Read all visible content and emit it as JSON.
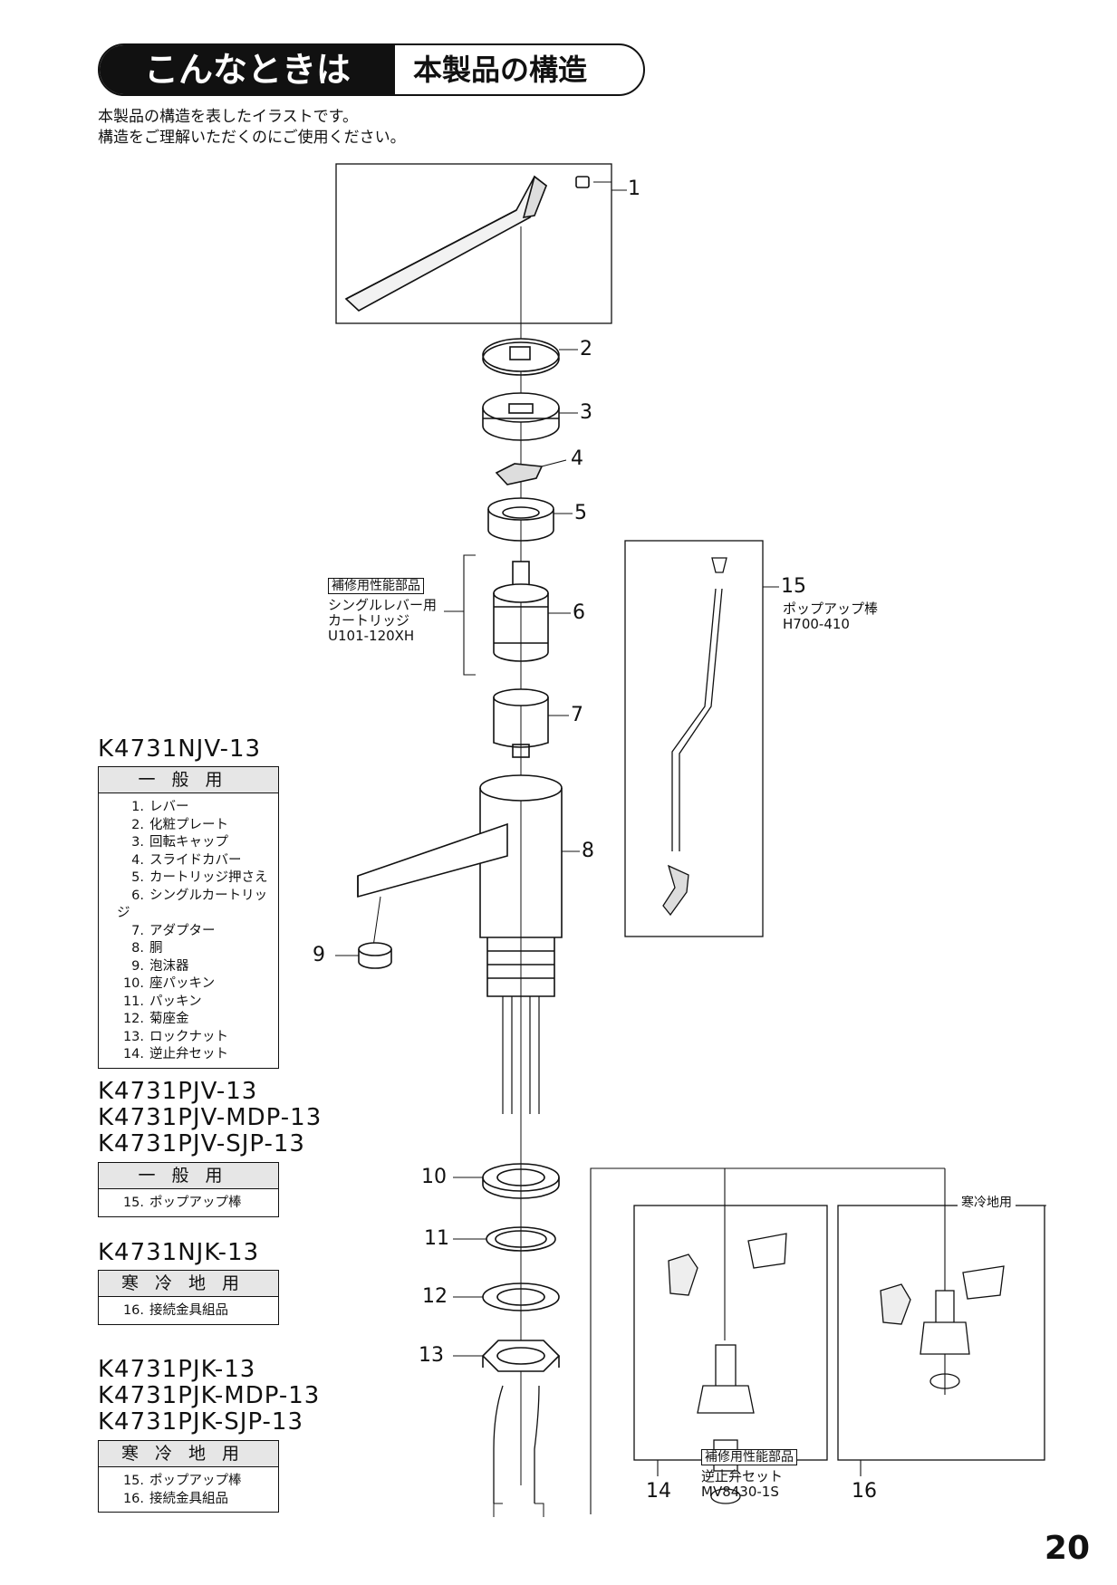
{
  "header": {
    "section": "こんなときは",
    "title": "本製品の構造"
  },
  "intro": {
    "line1": "本製品の構造を表したイラストです。",
    "line2": "構造をご理解いただくのにご使用ください。"
  },
  "tables": [
    {
      "models": [
        "K4731NJV-13"
      ],
      "heading": "一般用",
      "items": [
        {
          "no": "1.",
          "name": "レバー"
        },
        {
          "no": "2.",
          "name": "化粧プレート"
        },
        {
          "no": "3.",
          "name": "回転キャップ"
        },
        {
          "no": "4.",
          "name": "スライドカバー"
        },
        {
          "no": "5.",
          "name": "カートリッジ押さえ"
        },
        {
          "no": "6.",
          "name": "シングルカートリッジ"
        },
        {
          "no": "7.",
          "name": "アダプター"
        },
        {
          "no": "8.",
          "name": "胴"
        },
        {
          "no": "9.",
          "name": "泡沫器"
        },
        {
          "no": "10.",
          "name": "座パッキン"
        },
        {
          "no": "11.",
          "name": "パッキン"
        },
        {
          "no": "12.",
          "name": "菊座金"
        },
        {
          "no": "13.",
          "name": "ロックナット"
        },
        {
          "no": "14.",
          "name": "逆止弁セット"
        }
      ]
    },
    {
      "models": [
        "K4731PJV-13",
        "K4731PJV-MDP-13",
        "K4731PJV-SJP-13"
      ],
      "heading": "一般用",
      "items": [
        {
          "no": "15.",
          "name": "ポップアップ棒"
        }
      ]
    },
    {
      "models": [
        "K4731NJK-13"
      ],
      "heading": "寒冷地用",
      "items": [
        {
          "no": "16.",
          "name": "接続金具組品"
        }
      ]
    },
    {
      "models": [
        "K4731PJK-13",
        "K4731PJK-MDP-13",
        "K4731PJK-SJP-13"
      ],
      "heading": "寒冷地用",
      "items": [
        {
          "no": "15.",
          "name": "ポップアップ棒"
        },
        {
          "no": "16.",
          "name": "接続金具組品"
        }
      ]
    }
  ],
  "callouts": [
    "1",
    "2",
    "3",
    "4",
    "5",
    "6",
    "7",
    "8",
    "9",
    "10",
    "11",
    "12",
    "13",
    "14",
    "15",
    "16"
  ],
  "cartridge_note": {
    "tag": "補修用性能部品",
    "line1": "シングルレバー用",
    "line2": "カートリッジ",
    "part": "U101-120XH"
  },
  "popup_note": {
    "line1": "ポップアップ棒",
    "part": "H700-410"
  },
  "check_valve_note": {
    "tag": "補修用性能部品",
    "line1": "逆止弁セット",
    "part": "MV8430-1S"
  },
  "cold_label": "寒冷地用",
  "page_number": "20"
}
